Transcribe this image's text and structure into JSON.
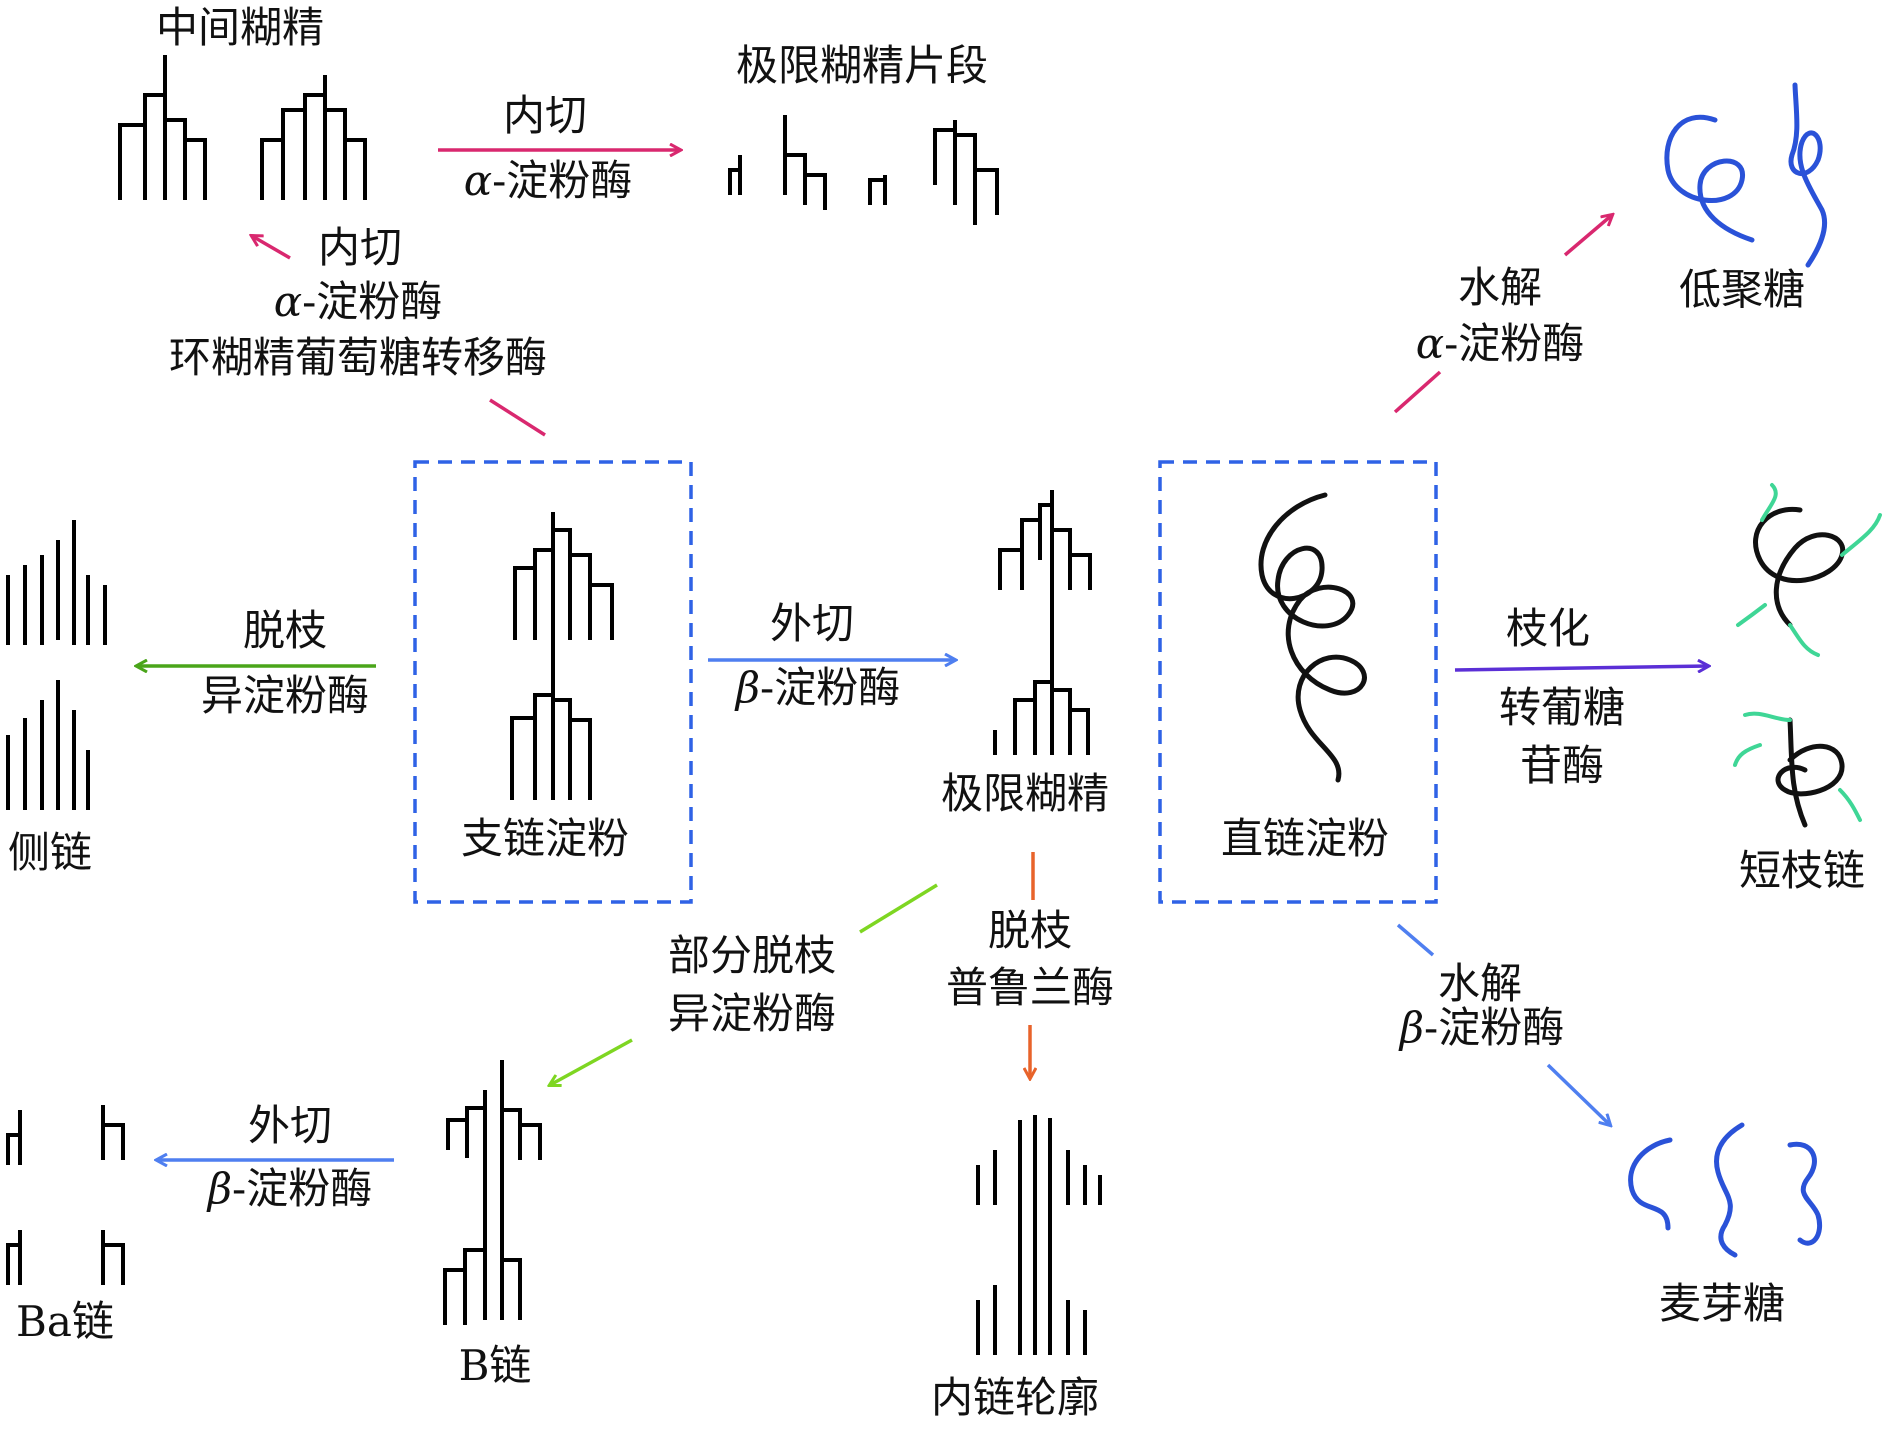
{
  "nodes": {
    "intermediate_dextrin": "中间糊精",
    "limit_dextrin_fragments": "极限糊精片段",
    "oligosaccharide": "低聚糖",
    "side_chain": "侧链",
    "amylopectin": "支链淀粉",
    "limit_dextrin": "极限糊精",
    "amylose": "直链淀粉",
    "short_branch_chain": "短枝链",
    "ba_chain": "Ba链",
    "b_chain": "B链",
    "inner_chain_profile": "内链轮廓",
    "maltose": "麦芽糖"
  },
  "edges": {
    "endo_alpha_top": {
      "action": "内切",
      "enzyme_prefix": "α",
      "enzyme_suffix": "-淀粉酶"
    },
    "endo_alpha_cgt": {
      "action": "内切",
      "enzyme_prefix": "α",
      "enzyme_suffix": "-淀粉酶",
      "enzyme2": "环糊精葡萄糖转移酶"
    },
    "hydrolysis_alpha": {
      "action": "水解",
      "enzyme_prefix": "α",
      "enzyme_suffix": "-淀粉酶"
    },
    "debranch_isoamylase": {
      "action": "脱枝",
      "enzyme": "异淀粉酶"
    },
    "exo_beta_mid": {
      "action": "外切",
      "enzyme_prefix": "β",
      "enzyme_suffix": "-淀粉酶"
    },
    "branching": {
      "action": "枝化",
      "enzyme_line1": "转葡糖",
      "enzyme_line2": "苷酶"
    },
    "partial_debranch": {
      "action": "部分脱枝",
      "enzyme": "异淀粉酶"
    },
    "debranch_pullulanase": {
      "action": "脱枝",
      "enzyme": "普鲁兰酶"
    },
    "hydrolysis_beta": {
      "action": "水解",
      "enzyme_prefix": "β",
      "enzyme_suffix": "-淀粉酶"
    },
    "exo_beta_bottom": {
      "action": "外切",
      "enzyme_prefix": "β",
      "enzyme_suffix": "-淀粉酶"
    }
  },
  "colors": {
    "alpha_amylase": "#d9286f",
    "beta_amylase": "#4f7ff0",
    "isoamylase": "#4aa51a",
    "partial_isoamylase": "#7ed622",
    "pullulanase": "#e8632a",
    "branching_enzyme": "#5b2fd6",
    "frame": "#2f62e6",
    "blue_chain": "#2a52d8",
    "green_branch": "#3fd696"
  }
}
